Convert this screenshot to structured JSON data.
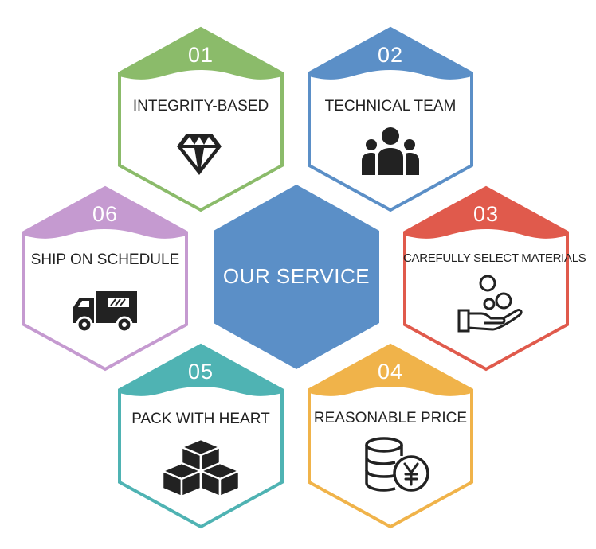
{
  "center": {
    "title": "OUR SERVICE",
    "color": "#5b8fc7"
  },
  "items": [
    {
      "number": "01",
      "label": "INTEGRITY-BASED",
      "color": "#8bbb6a",
      "icon": "diamond-icon"
    },
    {
      "number": "02",
      "label": "TECHNICAL TEAM",
      "color": "#5b8fc7",
      "icon": "team-icon"
    },
    {
      "number": "03",
      "label": "CAREFULLY SELECT MATERIALS",
      "color": "#e05a4c",
      "icon": "hand-coins-icon"
    },
    {
      "number": "04",
      "label": "REASONABLE PRICE",
      "color": "#f0b34a",
      "icon": "yen-coins-icon"
    },
    {
      "number": "05",
      "label": "PACK WITH HEART",
      "color": "#4fb3b3",
      "icon": "boxes-icon"
    },
    {
      "number": "06",
      "label": "SHIP ON SCHEDULE",
      "color": "#c59ad0",
      "icon": "truck-icon"
    }
  ]
}
